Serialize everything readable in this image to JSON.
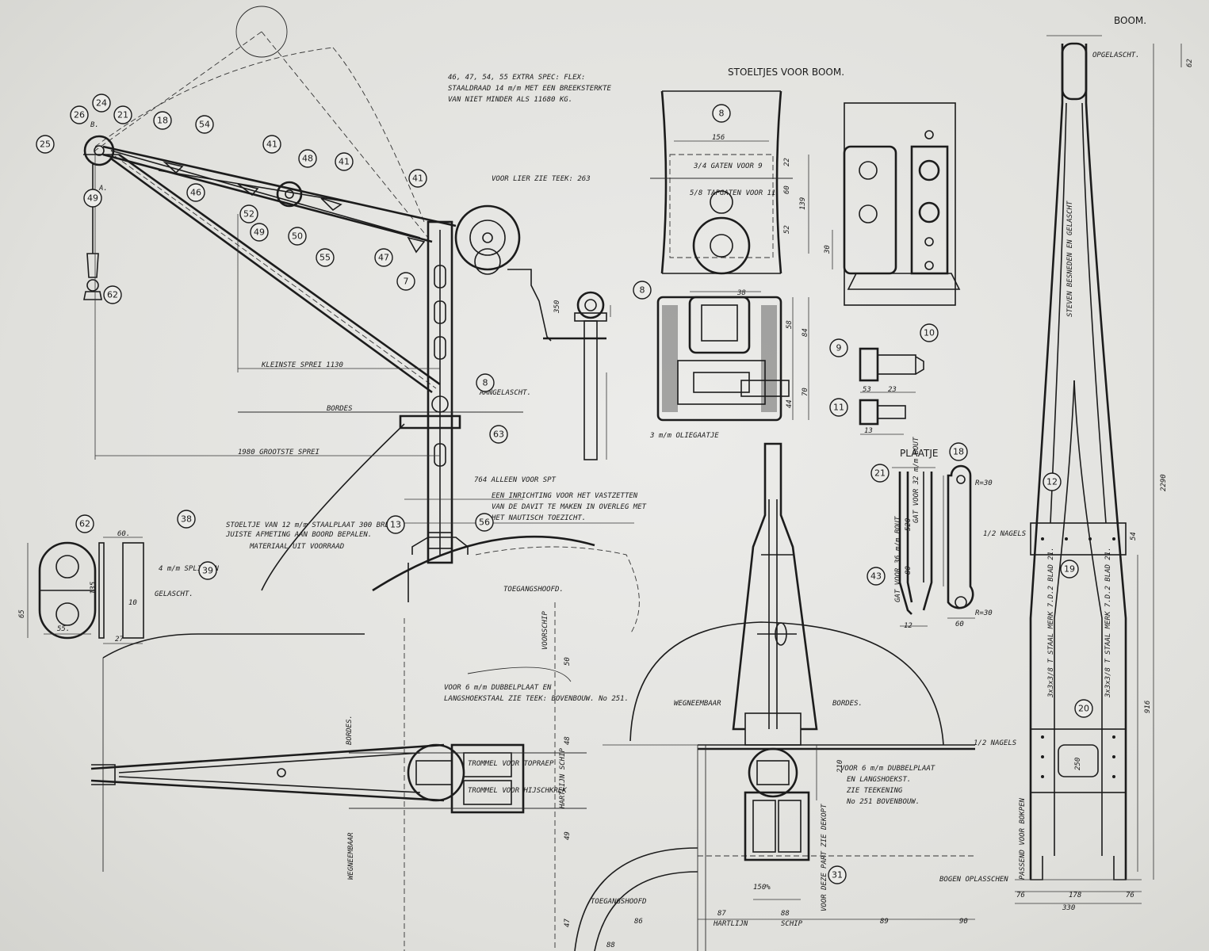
{
  "titles": {
    "boom": "BOOM.",
    "stoeltjes": "STOELTJES VOOR BOOM.",
    "plaatje": "PLAATJE"
  },
  "notes": {
    "extra_spec_1": "46, 47, 54, 55 EXTRA SPEC: FLEX:",
    "extra_spec_2": "STAALDRAAD 14 m/m MET EEN BREEKSTERKTE",
    "extra_spec_3": "VAN NIET MINDER ALS 11680 KG.",
    "lier": "VOOR LIER ZIE TEEK: 263",
    "kleinste": "KLEINSTE SPREI 1130",
    "grootste": "1980 GROOTSTE SPREI",
    "bordes_top": "BORDES",
    "aangelascht": "AANGELASCHT.",
    "alleen": "764 ALLEEN VOOR SPT",
    "inrichting_1": "EEN INRICHTING VOOR HET VASTZETTEN",
    "inrichting_2": "VAN DE DAVIT TE MAKEN IN OVERLEG MET",
    "inrichting_3": "HET NAUTISCH TOEZICHT.",
    "stoeltje_1": "STOELTJE VAN 12 m/m STAALPLAAT 300 BREED",
    "stoeltje_2": "JUISTE AFMETING AAN BOORD BEPALEN.",
    "stoeltje_3": "MATERIAAL UIT VOORRAAD",
    "splitpen": "4 m/m SPLITPEN",
    "gelascht": "GELASCHT.",
    "toegang_1": "TOEGANGSHOOFD.",
    "toegang_2": "TOEGANGSHOOFD",
    "voorschip": "VOORSCHIP",
    "hartlijn_schip": "HARTLIJN SCHIP",
    "dubbelplaat_1": "VOOR 6 m/m DUBBELPLAAT EN",
    "dubbelplaat_2": "LANGSHOEKSTAAL ZIE TEEK: BOVENBOUW. No 251.",
    "dubbelplaat_r1": "VOOR 6 m/m DUBBELPLAAT",
    "dubbelplaat_r2": "EN LANGSHOEKST.",
    "dubbelplaat_r3": "ZIE TEEKENING",
    "dubbelplaat_r4": "No 251 BOVENBOUW.",
    "wegneembaar_1": "WEGNEEMBAAR",
    "wegneembaar_2": "WEGNEEMBAAR",
    "bordes_1": "BORDES.",
    "bordes_2": "BORDES.",
    "trommel_1": "TROMMEL VOOR TOPRAEP",
    "trommel_2": "TROMMEL VOOR HIJSCHKREK",
    "hartlijn": "HARTLIJN",
    "schip": "SCHIP",
    "deze_part": "VOOR DEZE PART ZIE DEKOPT",
    "oliegaatje": "3 m/m OLIEGAATJE",
    "gaten_9": "3/4 GATEN VOOR 9",
    "tapgaten_11": "5/8 TAPGATEN VOOR 11",
    "opgelascht": "OPGELASCHT.",
    "nagels_1": "1/2 NAGELS",
    "nagels_2": "1/2 NAGELS",
    "staal_1": "3x3x3/8 T STAAL MERK 7.D.2 BLAD 21.",
    "staal_2": "3x3x3/8 T STAAL MERK 7.D.2 BLAD 21.",
    "stevens": "STEVEN BESNEDEN EN GELASCHT",
    "passend": "PASSEND VOOR BOKPEN",
    "bogen": "BOGEN OPLASSCHEN",
    "gat_bout": "GAT VOOR 36 m/m BOUT",
    "gat_bout_2": "GAT VOOR 32 m/m BOUT",
    "r30_1": "R=30",
    "r30_2": "R=30",
    "pct": "150%"
  },
  "dimensions": {
    "d_350": "350",
    "d_60": "60.",
    "d_55": "55.",
    "d_65": "65",
    "d_27": "27",
    "d_135": "135",
    "d_10": "10",
    "d_156": "156",
    "d_139": "139",
    "d_60b": "60",
    "d_22": "22",
    "d_52": "52",
    "d_30": "30",
    "d_38": "38",
    "d_58": "58",
    "d_84": "84",
    "d_70": "70",
    "d_44": "44",
    "d_23": "23",
    "d_53": "53",
    "d_13": "13",
    "d_330": "330",
    "d_178": "178",
    "d_76a": "76",
    "d_76b": "76",
    "d_2290": "2290",
    "d_916": "916",
    "d_54": "54",
    "d_210": "210",
    "d_87": "87",
    "d_88": "88",
    "d_89": "89",
    "d_90": "90",
    "d_88b": "88",
    "d_86": "86",
    "d_250": "250",
    "d_520": "520",
    "d_80": "80",
    "d_12": "12",
    "d_60c": "60",
    "d_48": "48",
    "d_47": "47",
    "d_50": "50",
    "d_49": "49",
    "d_62": "62"
  },
  "balloons": {
    "b25": "25",
    "b26": "26",
    "b24": "24",
    "b21": "21",
    "b18": "18",
    "b54": "54",
    "b41a": "41",
    "b48": "48",
    "b41b": "41",
    "b41c": "41",
    "b46": "46",
    "b52": "52",
    "b49a": "49",
    "b49b": "49",
    "b50": "50",
    "b55": "55",
    "b47": "47",
    "b7": "7",
    "b62a": "62",
    "b8a": "8",
    "b63": "63",
    "b13": "13",
    "b56": "56",
    "b62b": "62",
    "b38": "38",
    "b39": "39",
    "b8b": "8",
    "b8c": "8",
    "b9": "9",
    "b10": "10",
    "b11": "11",
    "b18b": "18",
    "b21b": "21",
    "b43": "43",
    "b12": "12",
    "b19": "19",
    "b20": "20",
    "b31": "31"
  },
  "labels": {
    "a": "A.",
    "b": "B."
  }
}
